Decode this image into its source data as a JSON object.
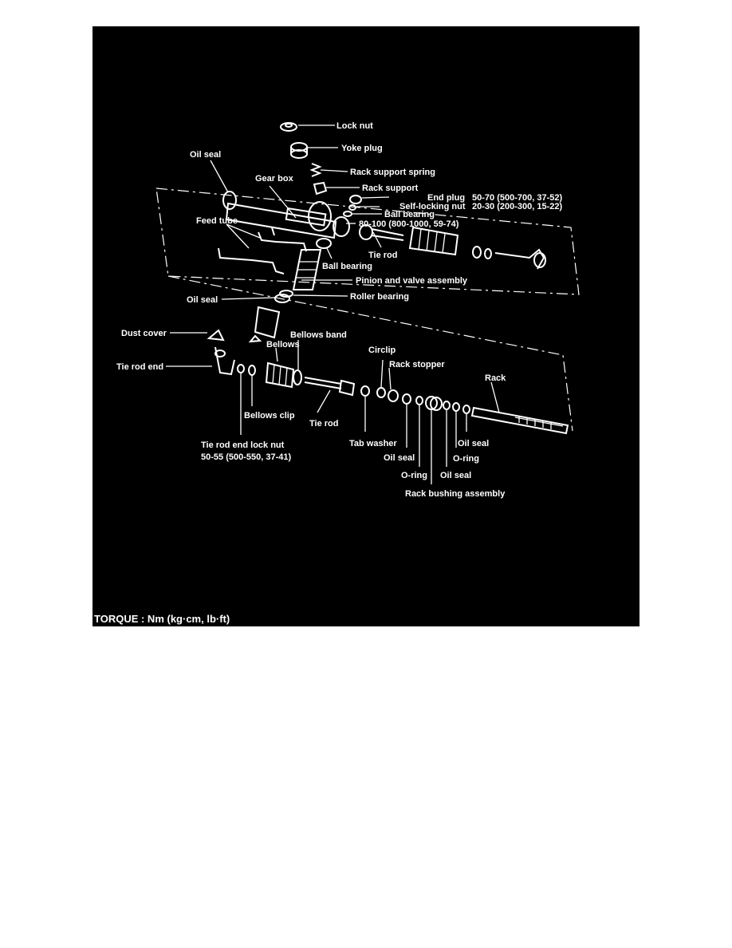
{
  "labels": {
    "lock_nut": "Lock nut",
    "yoke_plug": "Yoke plug",
    "oil_seal_top": "Oil seal",
    "gear_box": "Gear box",
    "rack_support_spring": "Rack support spring",
    "rack_support": "Rack support",
    "end_plug": "End plug",
    "end_plug_torque": "50-70 (500-700, 37-52)",
    "self_locking_nut": "Self-locking nut",
    "self_locking_nut_torque": "20-30 (200-300, 15-22)",
    "ball_bearing_upper": "Ball bearing",
    "ball_bearing_torque": "80-100 (800-1000, 59-74)",
    "feed_tube": "Feed tube",
    "tie_rod_upper": "Tie rod",
    "ball_bearing_lower": "Ball bearing",
    "pinion_valve": "Pinion and valve assembly",
    "oil_seal_mid": "Oil seal",
    "roller_bearing": "Roller bearing",
    "dust_cover": "Dust cover",
    "bellows_band": "Bellows band",
    "bellows": "Bellows",
    "circlip": "Circlip",
    "rack_stopper": "Rack stopper",
    "rack": "Rack",
    "tie_rod_end": "Tie rod end",
    "bellows_clip": "Bellows clip",
    "tie_rod_lower": "Tie rod",
    "tie_rod_end_lock_nut": "Tie rod end lock nut",
    "tie_rod_end_lock_nut_torque": "50-55 (500-550, 37-41)",
    "tab_washer": "Tab washer",
    "oil_seal_a": "Oil seal",
    "oil_seal_b": "Oil seal",
    "oil_seal_c": "Oil seal",
    "o_ring_a": "O-ring",
    "o_ring_b": "O-ring",
    "rack_bushing_assembly": "Rack bushing assembly"
  },
  "footer": {
    "torque_unit": "TORQUE : Nm (kg·cm, lb·ft)"
  }
}
